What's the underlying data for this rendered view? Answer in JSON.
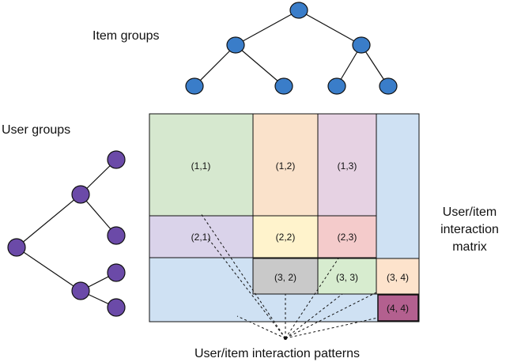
{
  "labels": {
    "item_groups": "Item groups",
    "user_groups": "User groups",
    "matrix_line1": "User/item",
    "matrix_line2": "interaction",
    "matrix_line3": "matrix",
    "patterns": "User/item interaction patterns"
  },
  "blocks": [
    {
      "id": "1-1",
      "text": "(1,1)",
      "color": "#d6e8cf"
    },
    {
      "id": "1-2",
      "text": "(1,2)",
      "color": "#fae2cb"
    },
    {
      "id": "1-3",
      "text": "(1,3)",
      "color": "#e6d2e3"
    },
    {
      "id": "2-1",
      "text": "(2,1)",
      "color": "#dad3ea"
    },
    {
      "id": "2-2",
      "text": "(2,2)",
      "color": "#fff3cc"
    },
    {
      "id": "2-3",
      "text": "(2,3)",
      "color": "#f4cbcb"
    },
    {
      "id": "3-2",
      "text": "(3, 2)",
      "color": "#c9c9c9"
    },
    {
      "id": "3-3",
      "text": "(3, 3)",
      "color": "#d7eccf"
    },
    {
      "id": "3-4",
      "text": "(3, 4)",
      "color": "#fde3cc"
    },
    {
      "id": "4-4",
      "text": "(4, 4)",
      "color": "#b3608f"
    }
  ],
  "colors": {
    "matrix_background": "#cfe1f3",
    "item_node": "#3a7dc9",
    "user_node": "#6b4aa8",
    "stroke": "#111111"
  }
}
